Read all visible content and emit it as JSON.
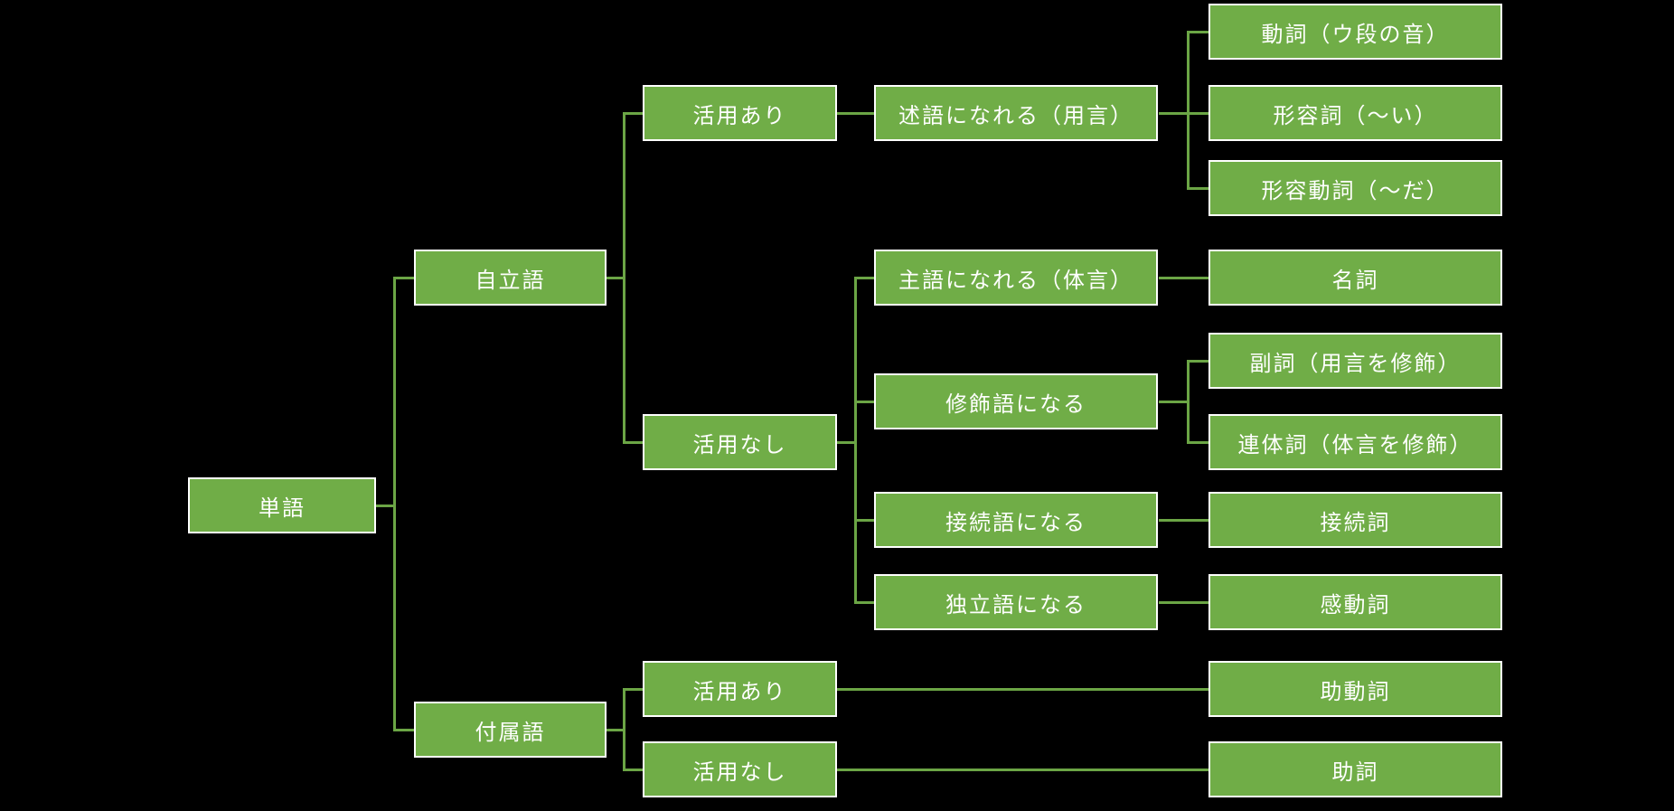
{
  "diagram": {
    "type": "tree",
    "description": "Japanese word (parts of speech) classification flowchart",
    "colors": {
      "background": "#000000",
      "box_fill": "#70AD47",
      "box_border": "#FFFFFF",
      "box_text": "#FFFFFF",
      "connector": "#6BA545"
    },
    "hierarchy": {
      "単語": {
        "自立語": {
          "活用あり": {
            "述語になれる（用言）": [
              "動詞（ウ段の音）",
              "形容詞（～い）",
              "形容動詞（～だ）"
            ]
          },
          "活用なし": {
            "主語になれる（体言）": [
              "名詞"
            ],
            "修飾語になる": [
              "副詞（用言を修飾）",
              "連体詞（体言を修飾）"
            ],
            "接続語になる": [
              "接続詞"
            ],
            "独立語になる": [
              "感動詞"
            ]
          }
        },
        "付属語": {
          "活用あり": [
            "助動詞"
          ],
          "活用なし": [
            "助詞"
          ]
        }
      }
    }
  },
  "nodes": {
    "tango": {
      "label": "単語"
    },
    "jiritsugo": {
      "label": "自立語"
    },
    "fuzokugo": {
      "label": "付属語"
    },
    "katsuyo_ari_top": {
      "label": "活用あり"
    },
    "katsuyo_nashi_mid": {
      "label": "活用なし"
    },
    "katsuyo_ari_bottom": {
      "label": "活用あり"
    },
    "katsuyo_nashi_bottom": {
      "label": "活用なし"
    },
    "jutsugo": {
      "label": "述語になれる（用言）"
    },
    "shugo": {
      "label": "主語になれる（体言）"
    },
    "shushoku": {
      "label": "修飾語になる"
    },
    "setsuzoku": {
      "label": "接続語になる"
    },
    "dokuritsu": {
      "label": "独立語になる"
    },
    "doshi": {
      "label": "動詞（ウ段の音）"
    },
    "keiyoshi": {
      "label": "形容詞（～い）"
    },
    "keiyodoshi": {
      "label": "形容動詞（～だ）"
    },
    "meishi": {
      "label": "名詞"
    },
    "fukushi": {
      "label": "副詞（用言を修飾）"
    },
    "rentaishi": {
      "label": "連体詞（体言を修飾）"
    },
    "setsuzokushi": {
      "label": "接続詞"
    },
    "kandoshi": {
      "label": "感動詞"
    },
    "jodoshi": {
      "label": "助動詞"
    },
    "joshi": {
      "label": "助詞"
    }
  }
}
